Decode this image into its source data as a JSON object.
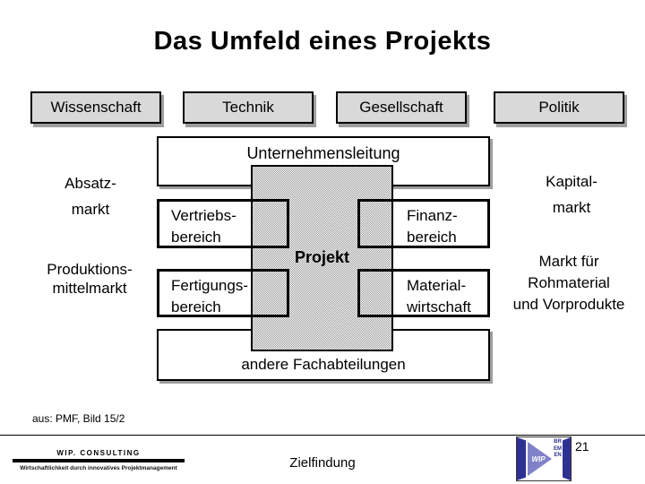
{
  "title": "Das Umfeld eines Projekts",
  "environment_boxes": [
    {
      "label": "Wissenschaft"
    },
    {
      "label": "Technik"
    },
    {
      "label": "Gesellschaft"
    },
    {
      "label": "Politik"
    }
  ],
  "org": {
    "management": "Unternehmensleitung",
    "project": "Projekt",
    "sales_dept": {
      "line1": "Vertriebs-",
      "line2": "bereich"
    },
    "finance_dept": {
      "line1": "Finanz-",
      "line2": "bereich"
    },
    "production_dept": {
      "line1": "Fertigungs-",
      "line2": "bereich"
    },
    "materials_dept": {
      "line1": "Material-",
      "line2": "wirtschaft"
    },
    "other_depts": "andere Fachabteilungen"
  },
  "market_labels": {
    "sales_market": {
      "line1": "Absatz-",
      "line2": "markt"
    },
    "capital_market": {
      "line1": "Kapital-",
      "line2": "markt"
    },
    "production_means_market": {
      "line1": "Produktions-",
      "line2": "mittelmarkt"
    },
    "raw_material_market": {
      "line1": "Markt für",
      "line2": "Rohmaterial",
      "line3": "und Vorprodukte"
    }
  },
  "source_note": "aus: PMF, Bild 15/2",
  "footer": {
    "company": "WIP. CONSULTING",
    "tagline": "Wirtschaftlichkeit durch innovatives Projektmanagement",
    "topic": "Zielfindung",
    "page_number": "21",
    "logo": {
      "acronym": "WIP",
      "city": "BREMEN"
    }
  },
  "colors": {
    "box_fill": "#d9d9d9",
    "shadow": "#9e9e9e",
    "pattern_gray": "#999999",
    "logo_dark_blue": "#2e3192",
    "logo_purple": "#8082c8"
  }
}
